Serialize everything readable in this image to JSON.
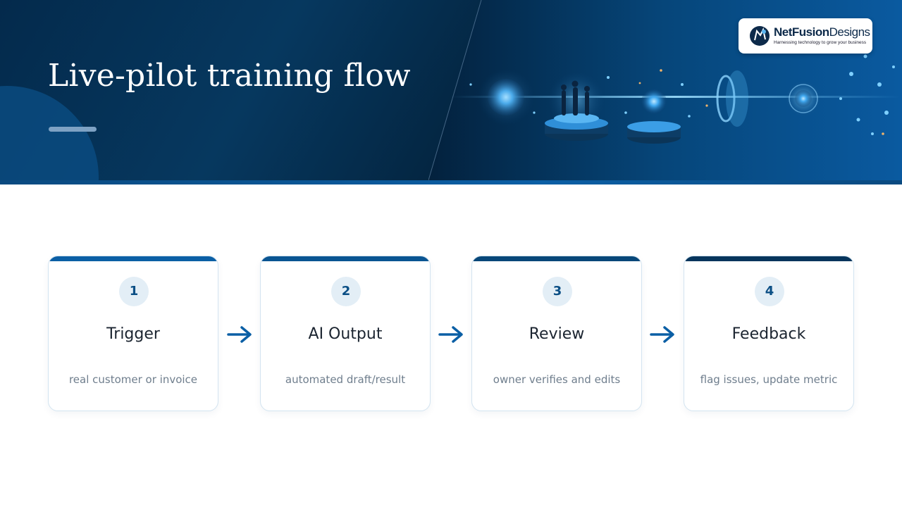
{
  "header": {
    "title": "Live-pilot training flow",
    "brand": {
      "name_bold": "NetFusion",
      "name_regular": "Designs",
      "tagline": "Harnessing technology to grow your business"
    }
  },
  "flow": {
    "steps": [
      {
        "number": "1",
        "title": "Trigger",
        "description": "real customer or invoice",
        "accent": "#0b5fa5"
      },
      {
        "number": "2",
        "title": "AI Output",
        "description": "automated draft/result",
        "accent": "#0a5592"
      },
      {
        "number": "3",
        "title": "Review",
        "description": "owner verifies and edits",
        "accent": "#084779"
      },
      {
        "number": "4",
        "title": "Feedback",
        "description": "flag issues, update metric",
        "accent": "#06355c"
      }
    ]
  },
  "colors": {
    "header_bg": "#042a4c",
    "arrow": "#0b5fa5",
    "number_badge_bg": "#e3eef6"
  }
}
